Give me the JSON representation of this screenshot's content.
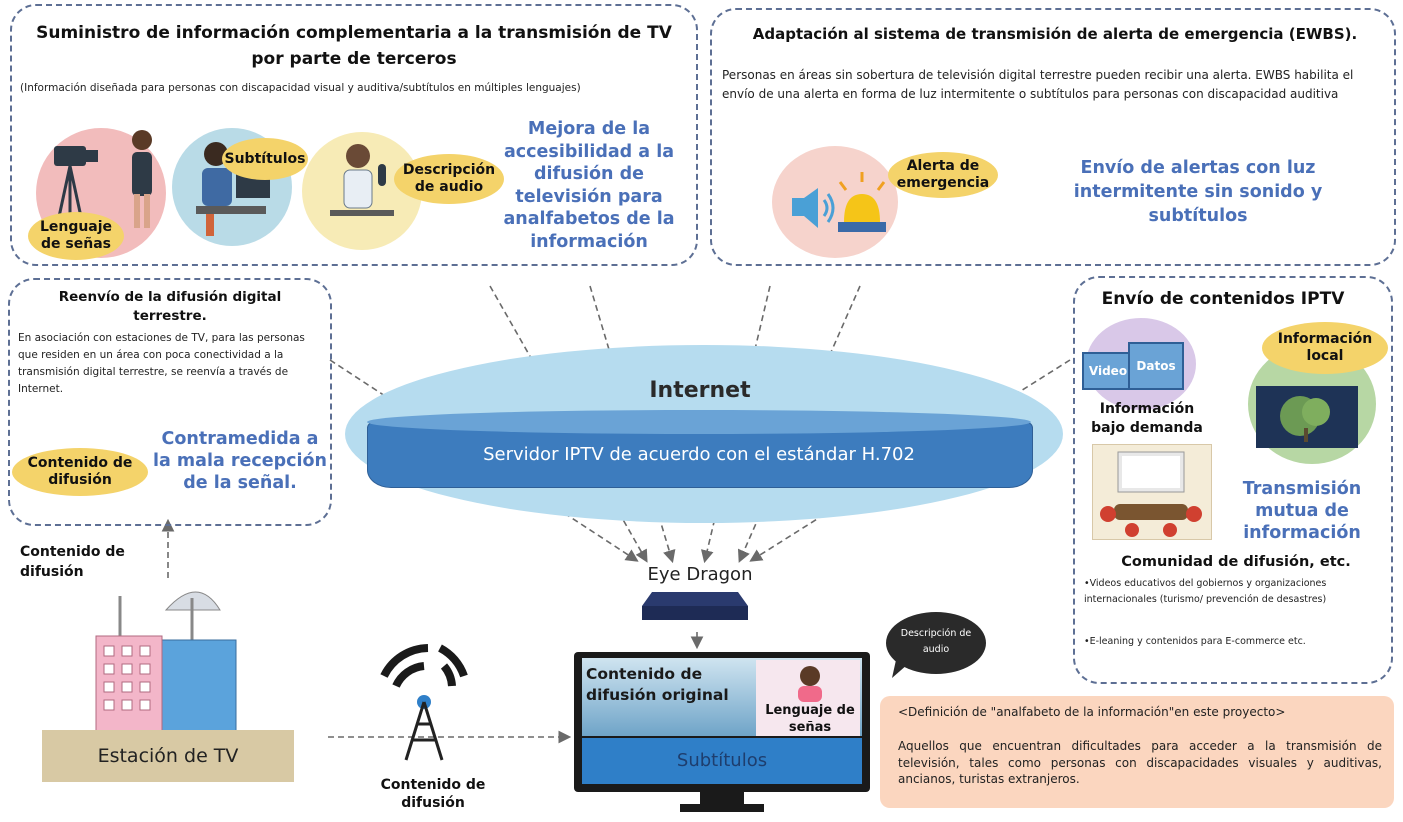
{
  "top_left": {
    "title": "Suministro de información complementaria a la transmisión de TV por parte de terceros",
    "subtitle": "(Información diseñada para personas con discapacidad visual y auditiva/subtítulos en múltiples lenguajes)",
    "tag_sign": "Lenguaje de señas",
    "tag_subs": "Subtítulos",
    "tag_audio": "Descripción de audio",
    "blue": "Mejora de la accesibilidad a la difusión de televisión para analfabetos de la información"
  },
  "top_right": {
    "title": "Adaptación al sistema de transmisión de alerta de emergencia (EWBS).",
    "body": "Personas en áreas sin sobertura de televisión digital terrestre pueden  recibir una alerta. EWBS habilita el envío de una alerta en forma de luz intermitente o subtítulos para personas con discapacidad auditiva",
    "tag_alert": "Alerta de emergencia",
    "blue": "Envío de alertas con luz intermitente sin sonido y subtítulos"
  },
  "mid_left": {
    "title": "Reenvío de la difusión digital terrestre.",
    "body": "En asociación con estaciones de TV, para las personas que residen en un área con poca conectividad a la transmisión digital terrestre, se reenvía a través de Internet.",
    "tag_content": "Contenido de difusión",
    "blue": "Contramedida a la mala recepción de la señal."
  },
  "center": {
    "internet": "Internet",
    "server": "Servidor IPTV de acuerdo con el estándar H.702",
    "eye_dragon": "Eye Dragon"
  },
  "right": {
    "title": "Envío de contenidos IPTV",
    "video": "Video",
    "datos": "Datos",
    "local_info": "Información local",
    "vod": "Información bajo demanda",
    "blue": "Transmisión mutua de información",
    "community": "Comunidad de difusión, etc.",
    "bullet1": "•Videos educativos del gobiernos y organizaciones internacionales (turismo/ prevención de desastres)",
    "bullet2": "•E-leaning y contenidos para E-commerce etc."
  },
  "bottom": {
    "content_label": "Contenido de difusión",
    "tv_station": "Estación de TV",
    "antenna_label": "Contenido de difusión",
    "screen_content": "Contenido de difusión original",
    "screen_sign": "Lenguaje de señas",
    "screen_subs": "Subtítulos",
    "bubble": "Descripción de audio",
    "definition_title": "<Definición de \"analfabeto de la información\"en este proyecto>",
    "definition_body": "Aquellos que encuentran dificultades para acceder a la transmisión de televisión, tales como personas con discapacidades visuales y auditivas, ancianos, turistas extranjeros."
  }
}
